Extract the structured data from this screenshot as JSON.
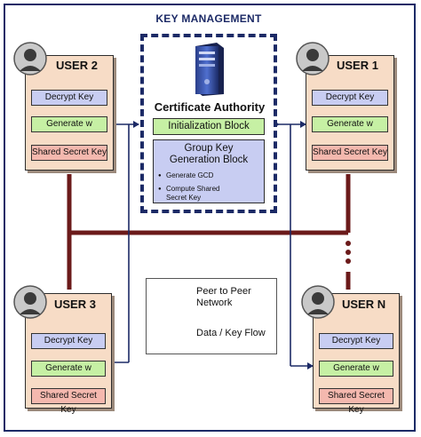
{
  "title": "KEY MANAGEMENT",
  "certificate_authority": {
    "title": "Certificate Authority",
    "init_block": "Initialization Block",
    "group_block": {
      "title_line1": "Group Key",
      "title_line2": "Generation Block",
      "bullets": [
        {
          "line1": "Generate GCD",
          "line2": ""
        },
        {
          "line1": "Compute Shared",
          "line2": "Secret Key"
        }
      ]
    }
  },
  "users": [
    {
      "label": "USER 2",
      "decrypt": "Decrypt Key",
      "generate": "Generate w",
      "shared": "Shared Secret Key"
    },
    {
      "label": "USER 1",
      "decrypt": "Decrypt Key",
      "generate": "Generate w",
      "shared": "Shared Secret Key"
    },
    {
      "label": "USER 3",
      "decrypt": "Decrypt Key",
      "generate": "Generate w",
      "shared": "Shared Secret Key"
    },
    {
      "label": "USER N",
      "decrypt": "Decrypt Key",
      "generate": "Generate w",
      "shared": "Shared Secret Key"
    }
  ],
  "legend": {
    "p2p_line1": "Peer to Peer",
    "p2p_line2": "Network",
    "flow": "Data / Key Flow"
  },
  "colors": {
    "frame": "#1c2a66",
    "network": "#6b1a1a",
    "flow": "#1c2a66",
    "user_panel": "#f7dcc6",
    "decrypt_key": "#c8cdf2",
    "generate_w": "#c6f0a4",
    "shared_secret": "#f4b8ae"
  }
}
